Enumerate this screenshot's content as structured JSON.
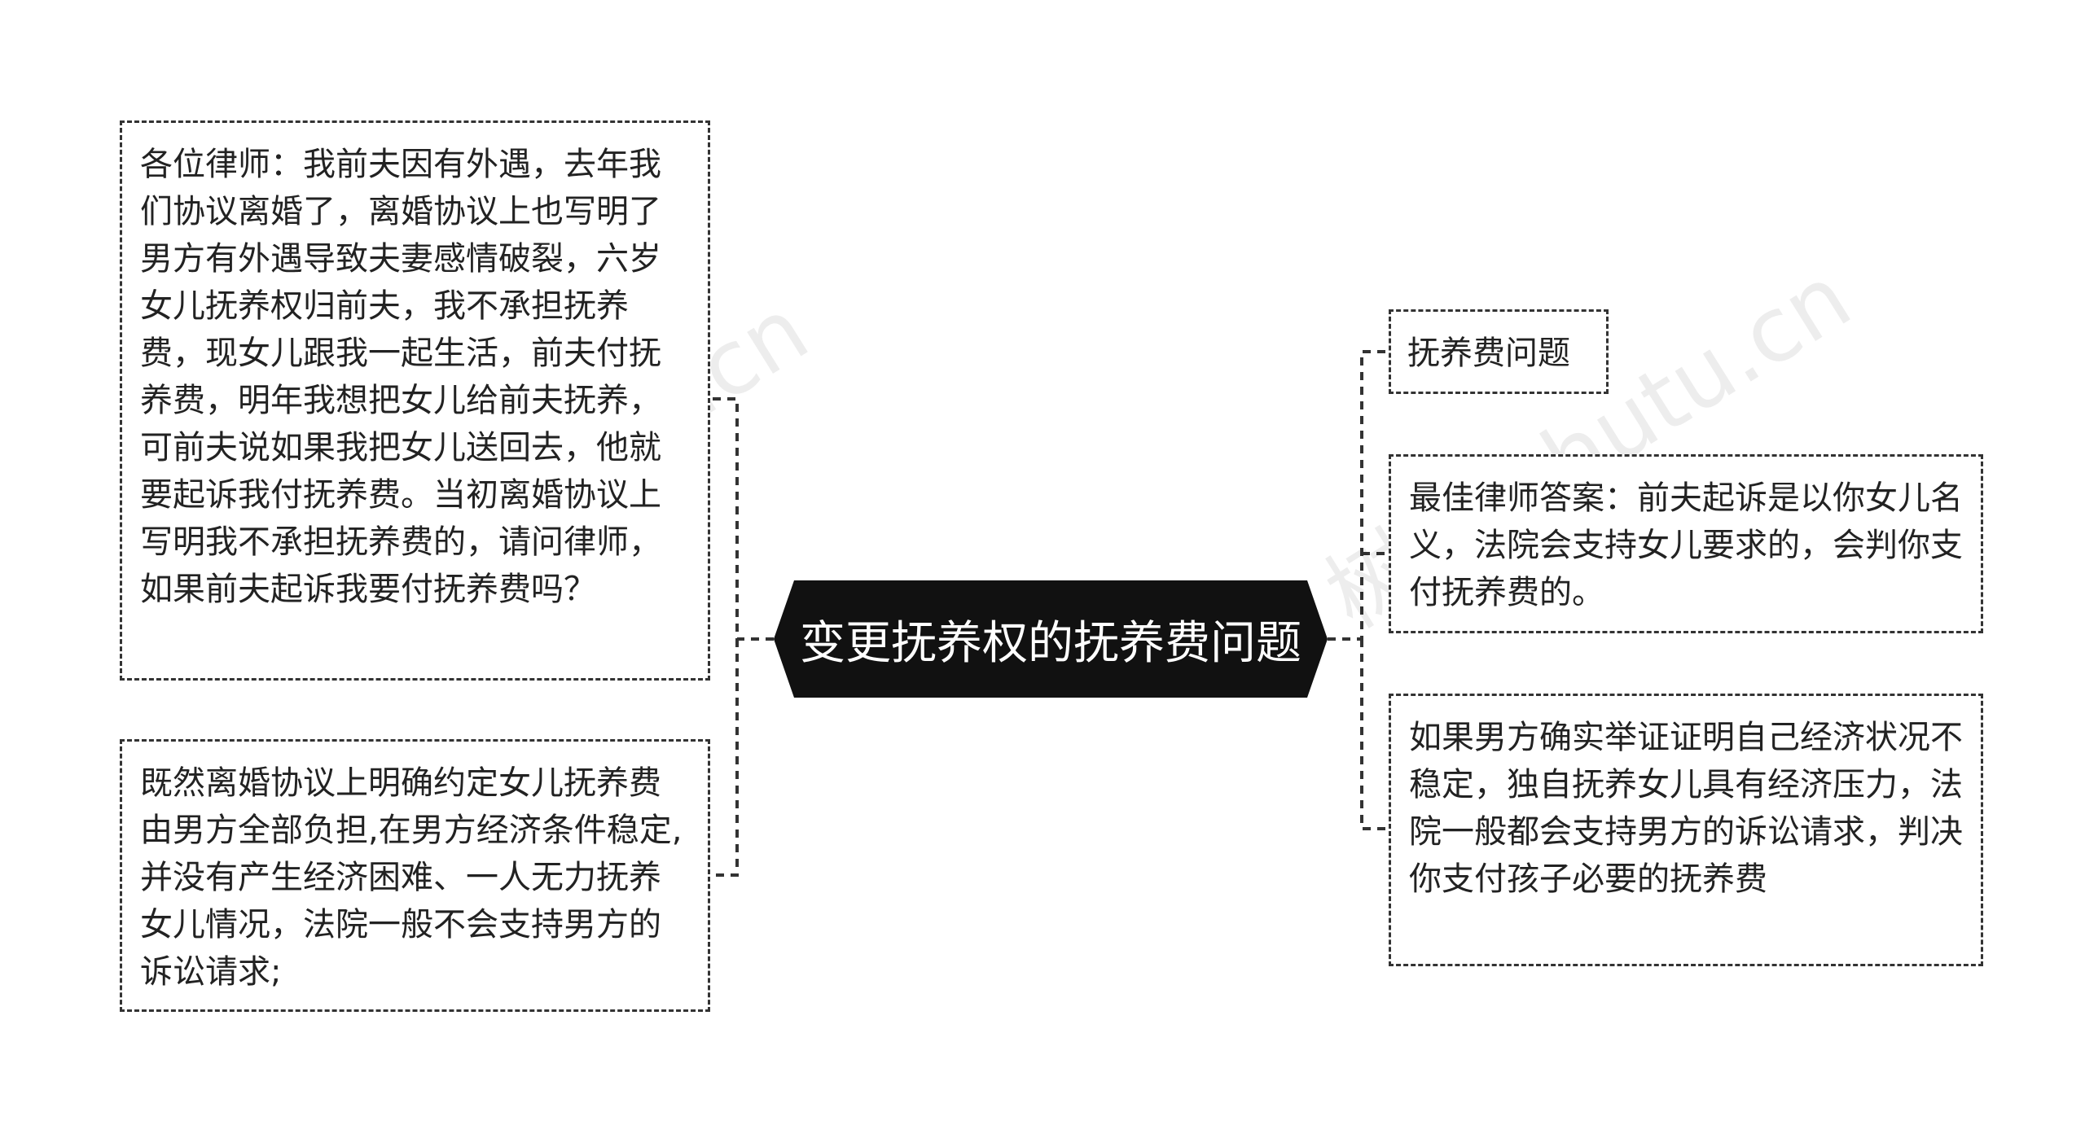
{
  "center": {
    "title": "变更抚养权的抚养费问题"
  },
  "left_nodes": [
    {
      "text": "各位律师：我前夫因有外遇，去年我们协议离婚了，离婚协议上也写明了男方有外遇导致夫妻感情破裂，六岁女儿抚养权归前夫，我不承担抚养费，现女儿跟我一起生活，前夫付抚养费，明年我想把女儿给前夫抚养，可前夫说如果我把女儿送回去，他就要起诉我付抚养费。当初离婚协议上写明我不承担抚养费的，请问律师，如果前夫起诉我要付抚养费吗？"
    },
    {
      "text": "既然离婚协议上明确约定女儿抚养费由男方全部负担,在男方经济条件稳定,并没有产生经济困难、一人无力抚养女儿情况，法院一般不会支持男方的诉讼请求;"
    }
  ],
  "right_nodes": [
    {
      "text": "抚养费问题"
    },
    {
      "text": "最佳律师答案：前夫起诉是以你女儿名义，法院会支持女儿要求的，会判你支付抚养费的。"
    },
    {
      "text": "如果男方确实举证证明自己经济状况不稳定，独自抚养女儿具有经济压力，法院一般都会支持男方的诉讼请求，判决你支付孩子必要的抚养费"
    }
  ],
  "watermark": {
    "text": "树图 shutu.cn"
  },
  "colors": {
    "center_fill": "#111111",
    "border": "#333333",
    "text": "#222222"
  }
}
